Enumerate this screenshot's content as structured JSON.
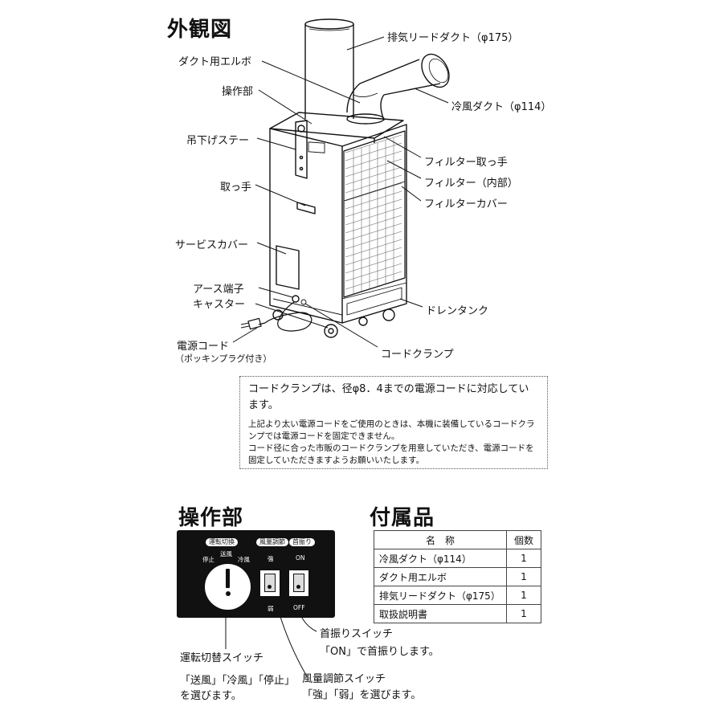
{
  "exterior": {
    "title": "外観図",
    "labels": {
      "exhaust_duct": "排気リードダクト（φ175）",
      "duct_elbow": "ダクト用エルボ",
      "cold_duct": "冷風ダクト（φ114）",
      "control_unit": "操作部",
      "hanging_stay": "吊下げステー",
      "filter_handle": "フィルター取っ手",
      "filter_inner": "フィルター（内部）",
      "filter_cover": "フィルターカバー",
      "handle": "取っ手",
      "service_cover": "サービスカバー",
      "ground_terminal": "アース端子",
      "caster": "キャスター",
      "drain_tank": "ドレンタンク",
      "power_cord": "電源コード",
      "power_cord_note": "（ポッキンプラグ付き）",
      "cord_clamp": "コードクランプ"
    },
    "note": {
      "main": "コードクランプは、径φ8．4までの電源コードに対応しています。",
      "sub1": "上記より太い電源コードをご使用のときは、本機に装備しているコードクランプでは電源コードを固定できません。",
      "sub2": "コード径に合った市販のコードクランプを用意していただき、電源コードを固定していただきますようお願いいたします。"
    }
  },
  "controls": {
    "title": "操作部",
    "panel": {
      "mode_label": "運転切換",
      "fan_label": "風量調節",
      "swing_label": "首振り",
      "stop": "停止",
      "fan": "送風",
      "cool": "冷風",
      "strong": "強",
      "weak": "弱",
      "on": "ON",
      "off": "OFF"
    },
    "callouts": {
      "mode_switch": "運転切替スイッチ",
      "mode_switch_desc1": "「送風」「冷風」「停止」",
      "mode_switch_desc2": "を選びます。",
      "fan_switch": "風量調節スイッチ",
      "fan_switch_desc": "「強」「弱」を選びます。",
      "swing_switch": "首振りスイッチ",
      "swing_switch_desc": "「ON」で首振りします。"
    }
  },
  "accessories": {
    "title": "付属品",
    "headers": [
      "名　称",
      "個数"
    ],
    "rows": [
      [
        "冷風ダクト（φ114）",
        "1"
      ],
      [
        "ダクト用エルボ",
        "1"
      ],
      [
        "排気リードダクト（φ175）",
        "1"
      ],
      [
        "取扱説明書",
        "1"
      ]
    ]
  }
}
